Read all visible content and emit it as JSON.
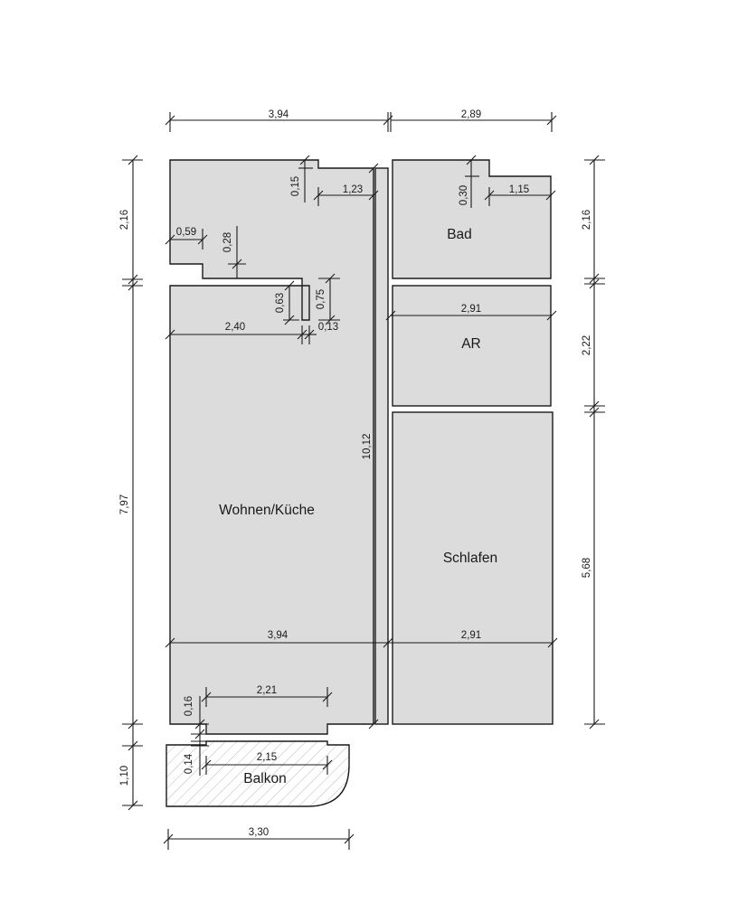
{
  "rooms": {
    "wohnen_kueche": "Wohnen/Küche",
    "bad": "Bad",
    "ar": "AR",
    "schlafen": "Schlafen",
    "balkon": "Balkon"
  },
  "dimensions": {
    "top_left_width": "3,94",
    "top_right_width": "2,89",
    "bottom_width": "3,30",
    "left_height_upper": "2,16",
    "left_height_main": "7,97",
    "left_height_balcony": "1,10",
    "right_height_bad": "2,16",
    "right_height_ar": "2,22",
    "right_height_schlafen": "5,68",
    "wall_offset_015": "0,15",
    "wall_len_123": "1,23",
    "wall_offset_030": "0,30",
    "wall_len_115": "1,15",
    "wall_len_059": "0,59",
    "wall_offset_028": "0,28",
    "wall_offset_063": "0,63",
    "wall_offset_075": "0,75",
    "wall_len_240": "2,40",
    "wall_len_013": "0,13",
    "wall_len_291_ar": "2,91",
    "corridor_length": "10,12",
    "living_width_394": "3,94",
    "schlafen_width_291": "2,91",
    "niche_width_221": "2,21",
    "niche_offset_016": "0,16",
    "balcony_offset_014": "0,14",
    "balcony_width_215": "2,15"
  },
  "colors": {
    "room_fill": "#dcdcdc",
    "line": "#1a1a1a",
    "hatch": "#b0b0b0"
  }
}
